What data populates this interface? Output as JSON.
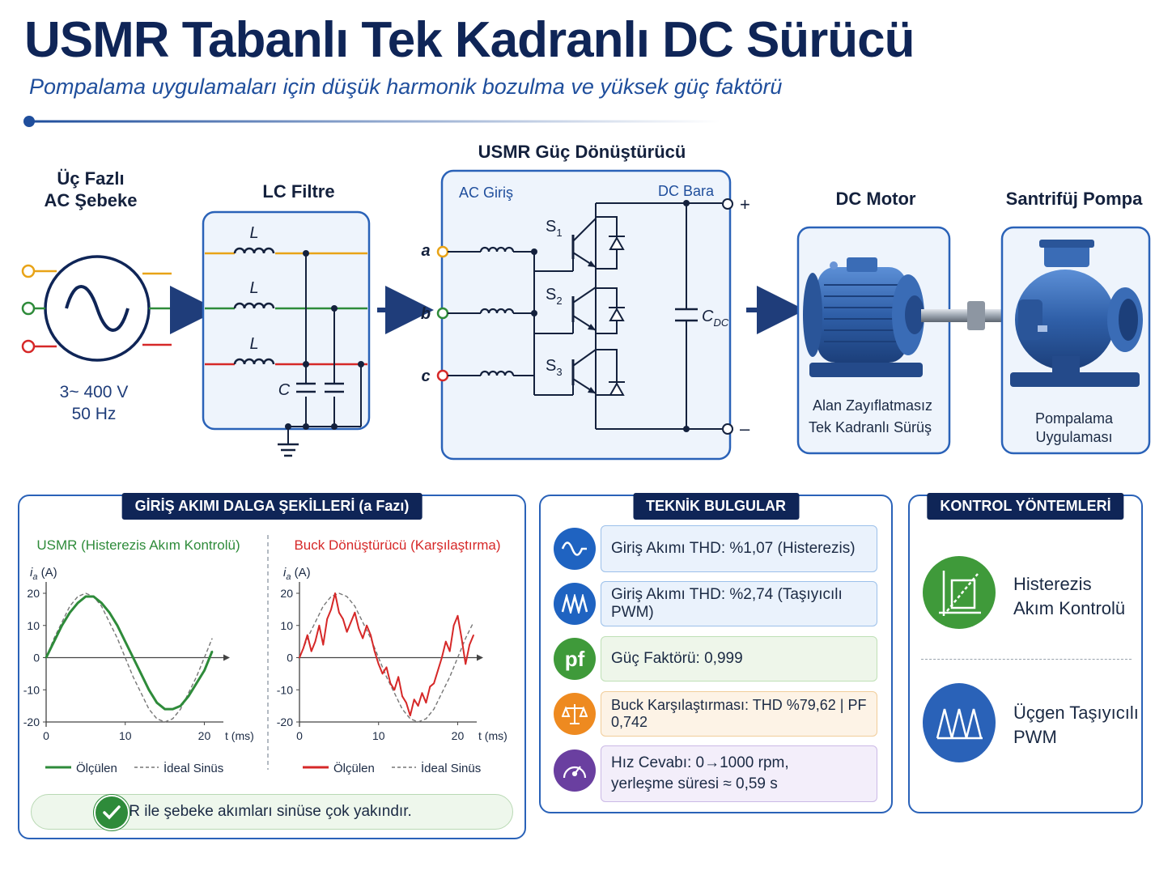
{
  "title": "USMR Tabanlı Tek Kadranlı DC Sürücü",
  "subtitle": "Pompalama uygulamaları için düşük harmonik bozulma ve yüksek güç faktörü",
  "colors": {
    "navy": "#0f2557",
    "blue": "#2a62b8",
    "phase_a": "#e8a317",
    "phase_b": "#2e8b3a",
    "phase_c": "#d62828",
    "motor": "#2f5fa8"
  },
  "grid": {
    "title_line1": "Üç Fazlı",
    "title_line2": "AC Şebeke",
    "voltage": "3~ 400 V",
    "frequency": "50 Hz"
  },
  "filter": {
    "title": "LC Filtre",
    "inductor_label": "L",
    "capacitor_label": "C"
  },
  "converter": {
    "title": "USMR Güç Dönüştürücü",
    "ac_input": "AC Giriş",
    "dc_bus": "DC Bara",
    "phase_a": "a",
    "phase_b": "b",
    "phase_c": "c",
    "s1": "S",
    "s1_sub": "1",
    "s2": "S",
    "s2_sub": "2",
    "s3": "S",
    "s3_sub": "3",
    "cap": "C",
    "cap_sub": "DC",
    "plus": "+",
    "minus": "–"
  },
  "motor": {
    "title": "DC Motor",
    "caption_line1": "Alan Zayıflatmasız",
    "caption_line2": "Tek Kadranlı Sürüş"
  },
  "pump": {
    "title": "Santrifüj Pompa",
    "caption_line1": "Pompalama",
    "caption_line2": "Uygulaması"
  },
  "waveforms": {
    "header": "GİRİŞ AKIMI DALGA ŞEKİLLERİ (a Fazı)",
    "note": "USMR ile şebeke akımları sinüse çok yakındır.",
    "legend_ideal": "İdeal Sinüs",
    "legend_measured": "Ölçülen"
  },
  "chart_data": [
    {
      "type": "line",
      "title": "USMR (Histerezis Akım Kontrolü)",
      "ylabel": "i",
      "ylabel_sub": "a",
      "ylabel_unit": "(A)",
      "xlabel": "t (ms)",
      "xlim": [
        0,
        22
      ],
      "ylim": [
        -20,
        20
      ],
      "xticks": [
        0,
        10,
        20
      ],
      "yticks": [
        20,
        10,
        0,
        -10,
        -20
      ],
      "series": [
        {
          "name": "Ölçülen",
          "color": "#2e8b3a",
          "x": [
            0,
            1,
            2,
            3,
            4,
            5,
            6,
            7,
            8,
            9,
            10,
            11,
            12,
            13,
            14,
            15,
            16,
            17,
            18,
            19,
            20,
            21
          ],
          "y": [
            0,
            5,
            10,
            14,
            17,
            19,
            19,
            17,
            14,
            10,
            5,
            0,
            -5,
            -10,
            -14,
            -16,
            -16,
            -15,
            -12,
            -8,
            -4,
            2
          ]
        },
        {
          "name": "İdeal Sinüs",
          "color": "#777777",
          "x": [
            0,
            1,
            2,
            3,
            4,
            5,
            6,
            7,
            8,
            9,
            10,
            11,
            12,
            13,
            14,
            15,
            16,
            17,
            18,
            19,
            20,
            21
          ],
          "y": [
            0,
            6,
            11,
            16,
            19,
            20,
            19,
            16,
            11,
            6,
            0,
            -6,
            -11,
            -16,
            -19,
            -20,
            -19,
            -16,
            -11,
            -6,
            0,
            6
          ]
        }
      ]
    },
    {
      "type": "line",
      "title": "Buck Dönüştürücü (Karşılaştırma)",
      "ylabel": "i",
      "ylabel_sub": "a",
      "ylabel_unit": "(A)",
      "xlabel": "t (ms)",
      "xlim": [
        0,
        22
      ],
      "ylim": [
        -20,
        20
      ],
      "xticks": [
        0,
        10,
        20
      ],
      "yticks": [
        20,
        10,
        0,
        -10,
        -20
      ],
      "series": [
        {
          "name": "Ölçülen",
          "color": "#d62828",
          "x": [
            0,
            0.5,
            1,
            1.5,
            2,
            2.5,
            3,
            3.5,
            4,
            4.5,
            5,
            5.5,
            6,
            6.5,
            7,
            7.5,
            8,
            8.5,
            9,
            9.5,
            10,
            10.5,
            11,
            11.5,
            12,
            12.5,
            13,
            13.5,
            14,
            14.5,
            15,
            15.5,
            16,
            16.5,
            17,
            17.5,
            18,
            18.5,
            19,
            19.5,
            20,
            20.5,
            21,
            21.5,
            22
          ],
          "y": [
            0,
            3,
            7,
            2,
            5,
            10,
            4,
            12,
            15,
            20,
            14,
            12,
            8,
            11,
            14,
            9,
            6,
            10,
            7,
            2,
            -2,
            -5,
            -3,
            -8,
            -10,
            -6,
            -12,
            -14,
            -18,
            -13,
            -15,
            -11,
            -14,
            -9,
            -8,
            -4,
            0,
            5,
            2,
            10,
            13,
            6,
            -2,
            4,
            7
          ]
        },
        {
          "name": "İdeal Sinüs",
          "color": "#777777",
          "x": [
            0,
            1,
            2,
            3,
            4,
            5,
            6,
            7,
            8,
            9,
            10,
            11,
            12,
            13,
            14,
            15,
            16,
            17,
            18,
            19,
            20,
            21,
            22
          ],
          "y": [
            0,
            6,
            11,
            16,
            19,
            20,
            19,
            16,
            11,
            6,
            0,
            -6,
            -11,
            -16,
            -19,
            -20,
            -19,
            -16,
            -11,
            -6,
            0,
            6,
            11
          ]
        }
      ]
    }
  ],
  "findings": {
    "header": "TEKNİK BULGULAR",
    "items": [
      {
        "text": "Giriş Akımı THD: %1,07 (Histerezis)",
        "icon": "sine-wave-icon",
        "color": "#1f63c1"
      },
      {
        "text": "Giriş Akımı THD: %2,74 (Taşıyıcılı PWM)",
        "icon": "pwm-icon",
        "color": "#1f63c1"
      },
      {
        "text": "Güç Faktörü: 0,999",
        "icon": "pf-icon",
        "icon_text": "pf",
        "color": "#3f9a3a"
      },
      {
        "text": "Buck Karşılaştırması: THD %79,62 | PF 0,742",
        "icon": "balance-icon",
        "color": "#ee8a20"
      },
      {
        "text_line1": "Hız Cevabı: 0→1000 rpm,",
        "text_line2": "yerleşme süresi ≈ 0,59 s",
        "icon": "gauge-icon",
        "color": "#6a3fa0"
      }
    ]
  },
  "control": {
    "header": "KONTROL YÖNTEMLERİ",
    "method1_line1": "Histerezis",
    "method1_line2": "Akım Kontrolü",
    "method2_line1": "Üçgen Taşıyıcılı",
    "method2_line2": "PWM"
  }
}
